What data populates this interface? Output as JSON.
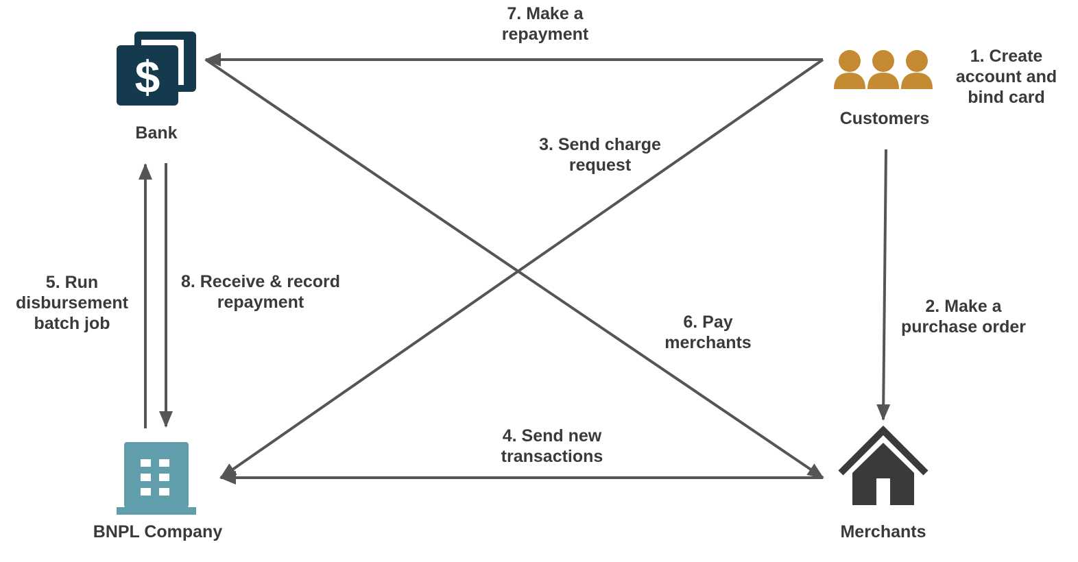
{
  "nodes": {
    "bank": {
      "label": "Bank",
      "color": "#15394d"
    },
    "customers": {
      "label": "Customers",
      "color": "#c48b32"
    },
    "bnpl": {
      "label": "BNPL Company",
      "color": "#5f9eaa"
    },
    "merchants": {
      "label": "Merchants",
      "color": "#3a3a3a"
    }
  },
  "steps": {
    "s1": "1. Create\naccount and\nbind card",
    "s2": "2. Make a\npurchase order",
    "s3": "3. Send charge\nrequest",
    "s4": "4. Send new\ntransactions",
    "s5": "5. Run\ndisbursement\nbatch job",
    "s6": "6. Pay\nmerchants",
    "s7": "7. Make a\nrepayment",
    "s8": "8. Receive & record\nrepayment"
  },
  "colors": {
    "arrow": "#555555",
    "text": "#3a3a3a"
  }
}
